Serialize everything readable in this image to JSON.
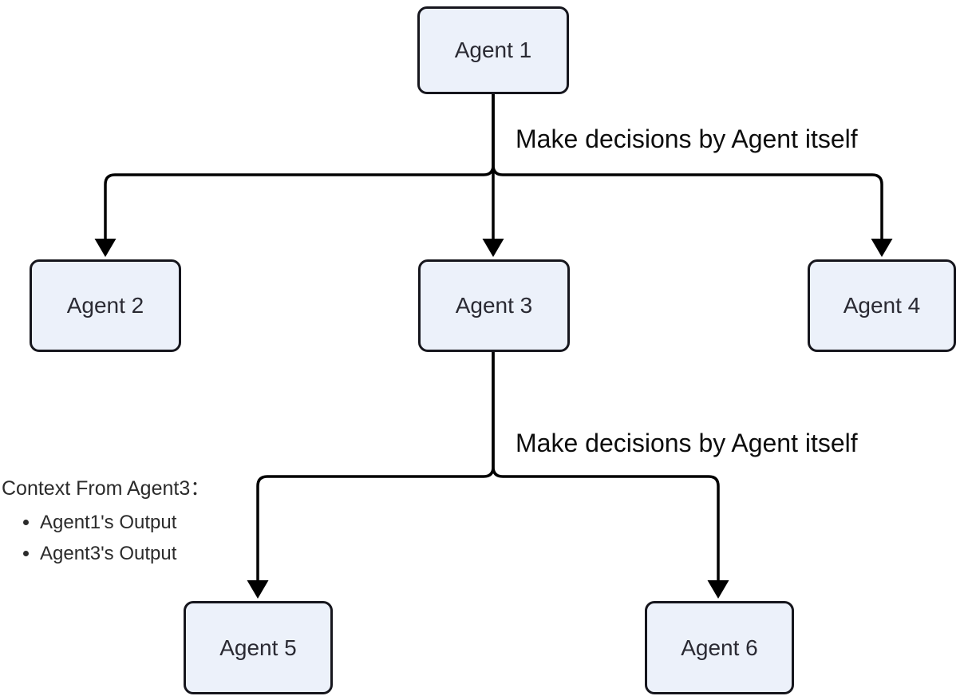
{
  "diagram": {
    "type": "flowchart-tree",
    "nodes": [
      {
        "id": "agent-1",
        "label": "Agent 1"
      },
      {
        "id": "agent-2",
        "label": "Agent 2"
      },
      {
        "id": "agent-3",
        "label": "Agent 3"
      },
      {
        "id": "agent-4",
        "label": "Agent 4"
      },
      {
        "id": "agent-5",
        "label": "Agent 5"
      },
      {
        "id": "agent-6",
        "label": "Agent 6"
      }
    ],
    "edges": [
      {
        "from": "agent-1",
        "to": "agent-2",
        "label": ""
      },
      {
        "from": "agent-1",
        "to": "agent-3",
        "label": "Make decisions by Agent itself"
      },
      {
        "from": "agent-1",
        "to": "agent-4",
        "label": ""
      },
      {
        "from": "agent-3",
        "to": "agent-5",
        "label": "Make decisions by Agent itself"
      },
      {
        "from": "agent-3",
        "to": "agent-6",
        "label": ""
      }
    ],
    "context_note": {
      "title": "Context From Agent3：",
      "items": [
        "Agent1's Output",
        "Agent3's Output"
      ]
    },
    "colors": {
      "node_fill": "#ECF1FA",
      "node_border": "#16161d",
      "connector": "#000000",
      "node_text": "#2a2a33",
      "label_text": "#0d0d0d",
      "note_text": "#2b2b2b",
      "canvas_bg": "#ffffff"
    }
  }
}
